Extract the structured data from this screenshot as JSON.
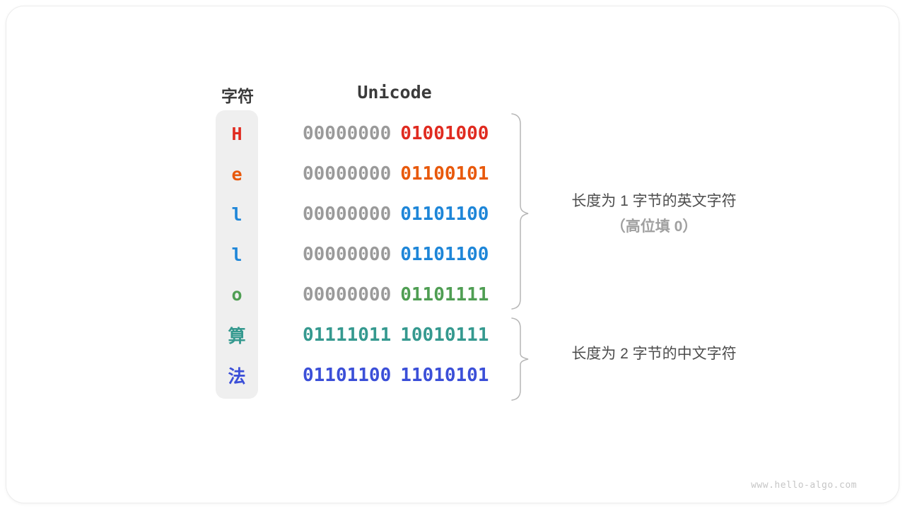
{
  "watermark": "www.hello-algo.com",
  "table": {
    "headers": {
      "char": "字符",
      "unicode": "Unicode"
    },
    "zero_fill_color": "#9a9a9a",
    "rows": [
      {
        "char": "H",
        "color": "#e02b20",
        "bytes": [
          "00000000",
          "01001000"
        ],
        "byte_colors": [
          "#9a9a9a",
          "#e02b20"
        ]
      },
      {
        "char": "e",
        "color": "#e8590c",
        "bytes": [
          "00000000",
          "01100101"
        ],
        "byte_colors": [
          "#9a9a9a",
          "#e8590c"
        ]
      },
      {
        "char": "l",
        "color": "#1e86d8",
        "bytes": [
          "00000000",
          "01101100"
        ],
        "byte_colors": [
          "#9a9a9a",
          "#1e86d8"
        ]
      },
      {
        "char": "l",
        "color": "#1e86d8",
        "bytes": [
          "00000000",
          "01101100"
        ],
        "byte_colors": [
          "#9a9a9a",
          "#1e86d8"
        ]
      },
      {
        "char": "o",
        "color": "#4f9e53",
        "bytes": [
          "00000000",
          "01101111"
        ],
        "byte_colors": [
          "#9a9a9a",
          "#4f9e53"
        ]
      },
      {
        "char": "算",
        "color": "#35998f",
        "bytes": [
          "01111011",
          "10010111"
        ],
        "byte_colors": [
          "#35998f",
          "#35998f"
        ]
      },
      {
        "char": "法",
        "color": "#3b4fd8",
        "bytes": [
          "01101100",
          "11010101"
        ],
        "byte_colors": [
          "#3b4fd8",
          "#3b4fd8"
        ]
      }
    ]
  },
  "annotations": [
    {
      "lines": [
        {
          "text": "长度为 1 字节的英文字符",
          "muted": false
        },
        {
          "text": "（高位填 0）",
          "muted": true
        }
      ]
    },
    {
      "lines": [
        {
          "text": "长度为 2 字节的中文字符",
          "muted": false
        }
      ]
    }
  ]
}
